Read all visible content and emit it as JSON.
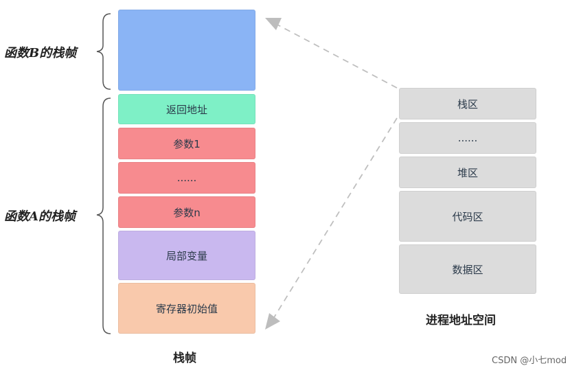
{
  "stack_frame": {
    "caption": "栈帧",
    "func_b_label": "函数B的栈帧",
    "func_a_label": "函数A的栈帧",
    "func_b_color": "#8ab4f5",
    "return_address": "返回地址",
    "param_1": "参数1",
    "param_ellipsis": "......",
    "param_n": "参数n",
    "local_vars": "局部变量",
    "register_init": "寄存器初始值",
    "colors": {
      "return_address": "#7ef0c6",
      "params": "#f78b8f",
      "local_vars": "#c9b8ef",
      "register_init": "#f9c9ac"
    }
  },
  "address_space": {
    "caption": "进程地址空间",
    "stack_area": "栈区",
    "ellipsis": "......",
    "heap_area": "堆区",
    "code_area": "代码区",
    "data_area": "数据区",
    "color": "#dcdcdc"
  },
  "watermark": "CSDN @小七mod"
}
